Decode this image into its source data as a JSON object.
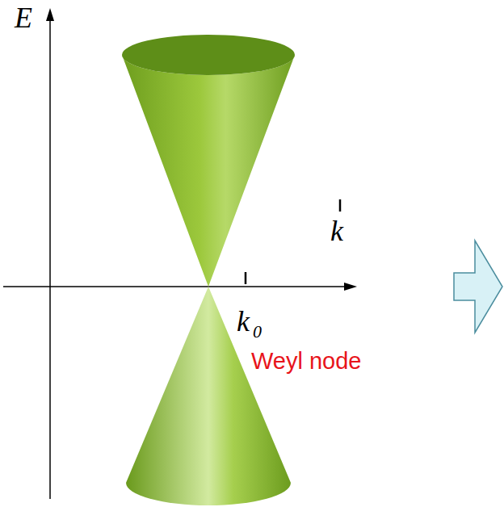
{
  "diagram": {
    "labels": [
      "E",
      "k",
      "k",
      "0",
      "Weyl node"
    ]
  }
}
